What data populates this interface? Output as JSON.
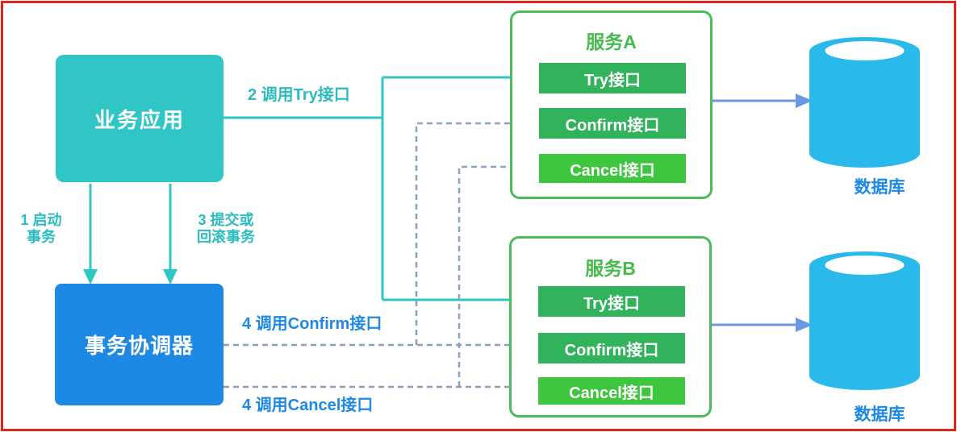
{
  "diagram": {
    "description": "TCC distributed transaction pattern diagram"
  },
  "nodes": {
    "business_app": {
      "label": "业务应用"
    },
    "coordinator": {
      "label": "事务协调器"
    },
    "services": [
      {
        "title": "服务A",
        "interfaces": [
          {
            "label": "Try接口"
          },
          {
            "label": "Confirm接口"
          },
          {
            "label": "Cancel接口"
          }
        ]
      },
      {
        "title": "服务B",
        "interfaces": [
          {
            "label": "Try接口"
          },
          {
            "label": "Confirm接口"
          },
          {
            "label": "Cancel接口"
          }
        ]
      }
    ],
    "databases": [
      {
        "label": "数据库"
      },
      {
        "label": "数据库"
      }
    ]
  },
  "edges": {
    "start_tx": {
      "line1": "1 启动",
      "line2": "事务"
    },
    "call_try": {
      "label": "2 调用Try接口"
    },
    "commit_rollback": {
      "line1": "3 提交或",
      "line2": "回滚事务"
    },
    "call_confirm": {
      "label": "4 调用Confirm接口"
    },
    "call_cancel": {
      "label": "4 调用Cancel接口"
    }
  },
  "colors": {
    "frame_red": "#e3241c",
    "teal": "#2fc6c6",
    "coordinator_blue": "#1e88e5",
    "service_border_green": "#4abc5a",
    "button_green": "#30b35a",
    "cancel_green": "#3fc63f",
    "database_cyan": "#29b9ea",
    "db_arrow_blue": "#6b96e3",
    "dashed_line": "#8c9fc2",
    "dashed_arrowhead_blue": "#1e6fe0",
    "try_arrowhead_cyan": "#34b4d6"
  }
}
